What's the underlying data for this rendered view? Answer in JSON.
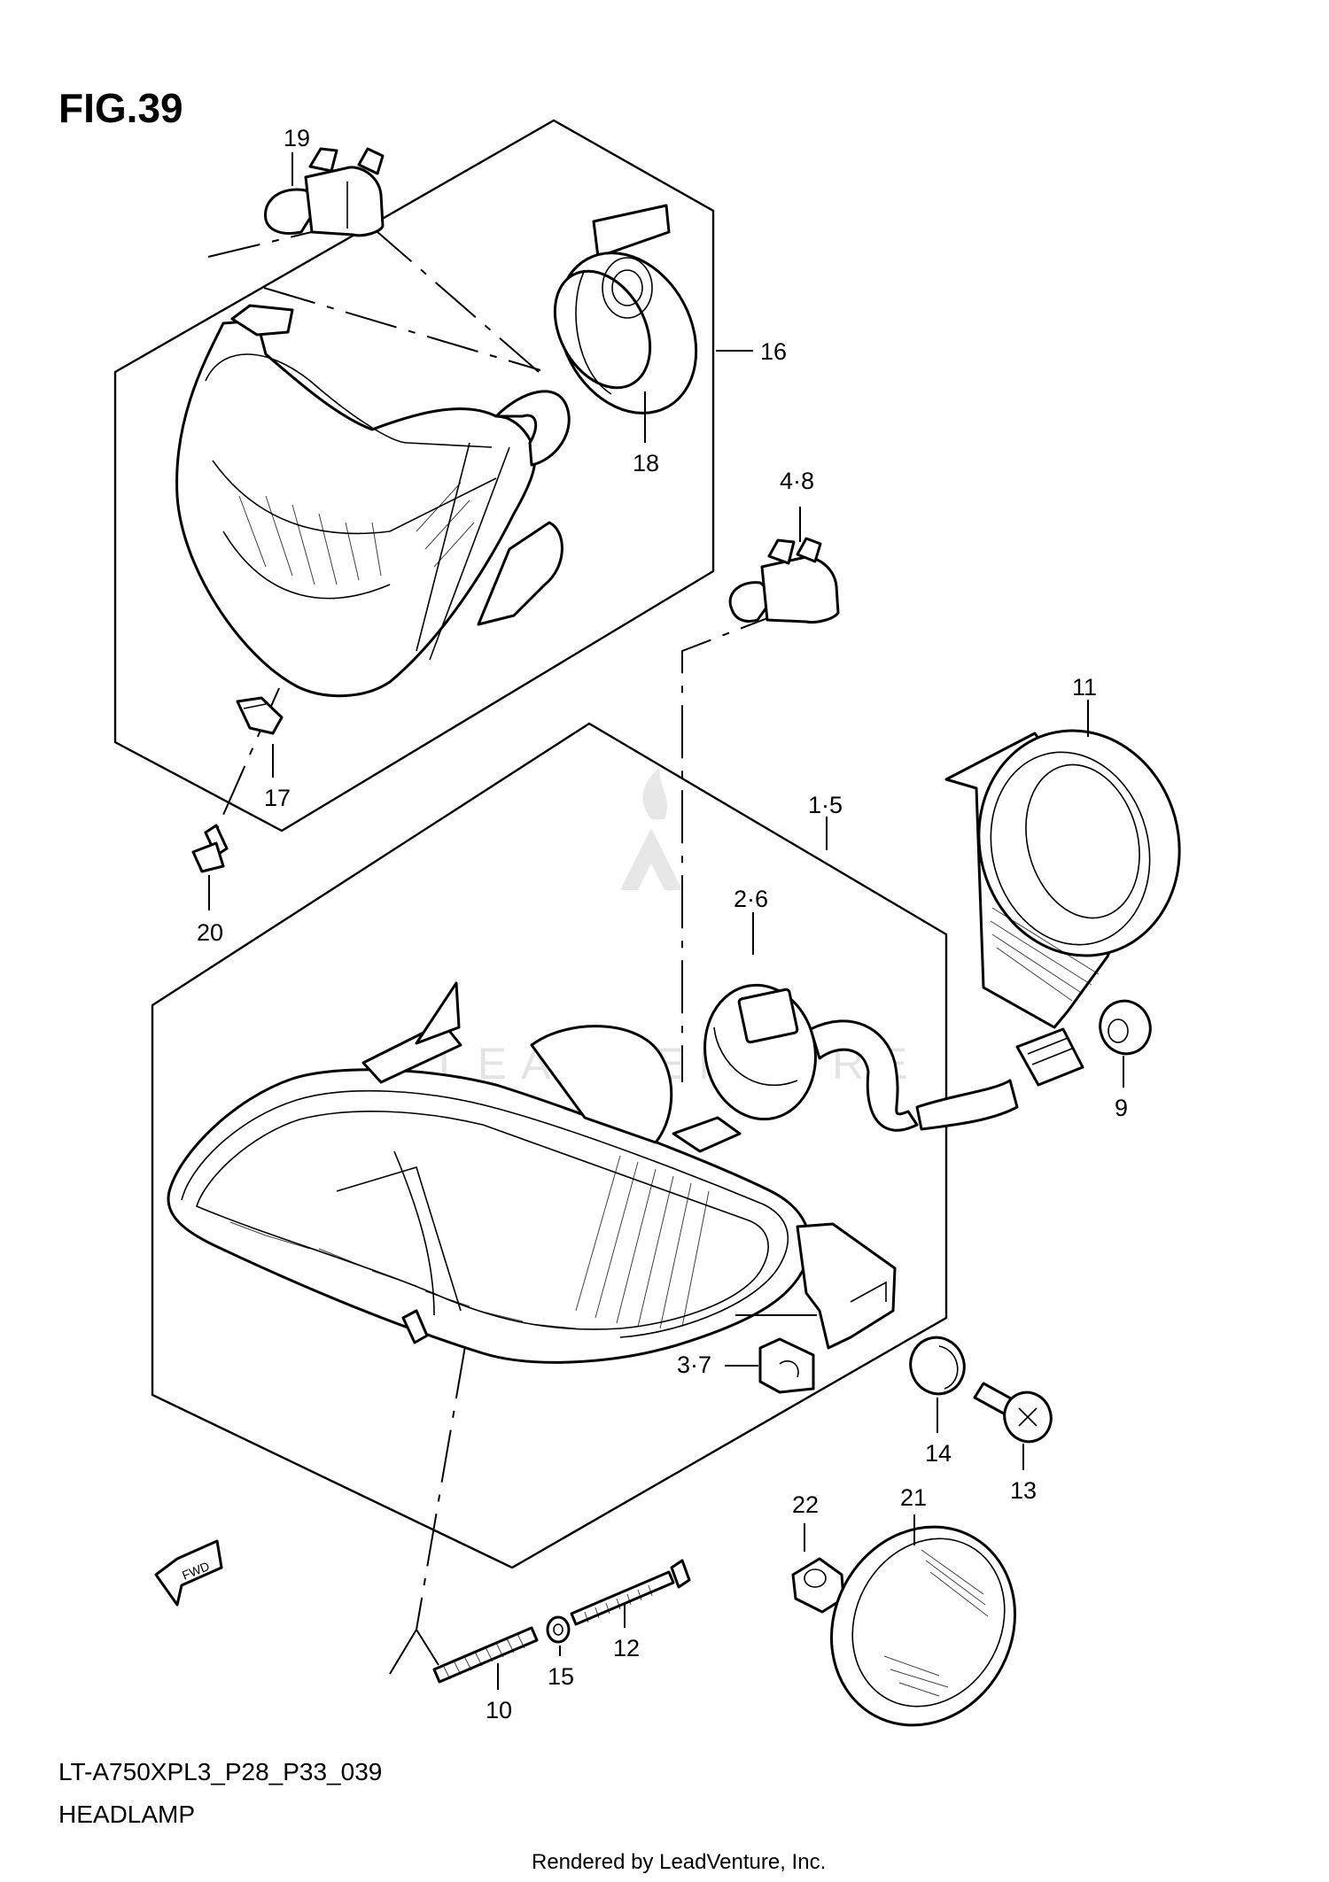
{
  "figure": {
    "title": "FIG.39",
    "model_code": "LT-A750XPL3_P28_P33_039",
    "name": "HEADLAMP",
    "footer": "Rendered by LeadVenture, Inc.",
    "watermark": "LEADVENTURE",
    "fwd_arrow_label": "FWD"
  },
  "callouts": {
    "c19": "19",
    "c16": "16",
    "c18": "18",
    "c48": "4·8",
    "c11": "11",
    "c15_assy": "1·5",
    "c17": "17",
    "c20": "20",
    "c26": "2·6",
    "c9": "9",
    "c37": "3·7",
    "c14": "14",
    "c13": "13",
    "c22": "22",
    "c21": "21",
    "c12": "12",
    "c10": "10",
    "c15": "15"
  }
}
